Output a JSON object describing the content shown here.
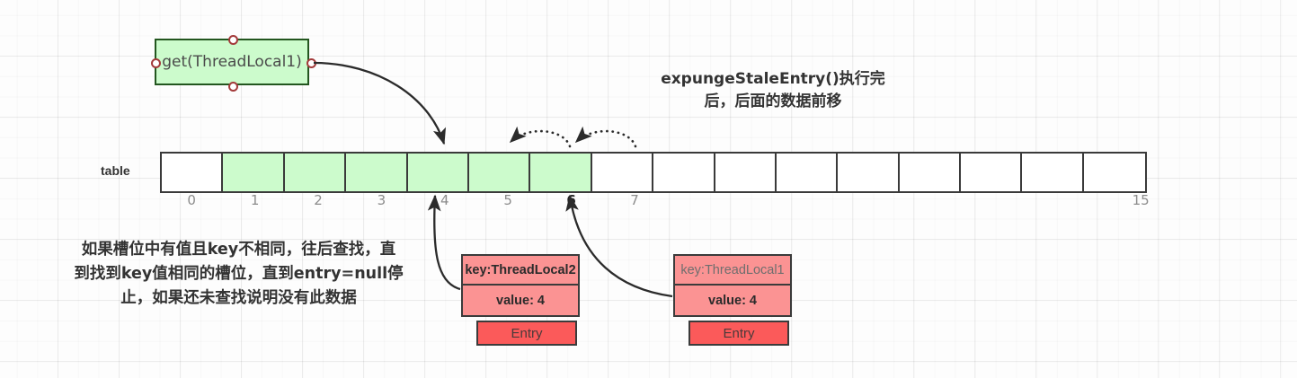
{
  "diagram": {
    "title_right": [
      "expungeStaleEntry()执行完",
      "后，后面的数据前移"
    ],
    "note_left": [
      "如果槽位中有值且key不相同，往后查找，直",
      "到找到key值相同的槽位，直到entry=null停",
      "止，如果还未查找说明没有此数据"
    ],
    "accent_green": "#ccfbcc",
    "accent_red": "#fb9393",
    "accent_red_strong": "#fb5a5a",
    "stroke": "#3a3a3a"
  },
  "action_node": {
    "label": "get(ThreadLocal1)"
  },
  "table": {
    "label": "table",
    "indices": [
      "0",
      "1",
      "2",
      "3",
      "4",
      "5",
      "6",
      "7",
      "",
      "",
      "",
      "",
      "",
      "",
      "",
      "15"
    ],
    "cells": [
      {
        "index": "0",
        "filled": false
      },
      {
        "index": "1",
        "filled": true
      },
      {
        "index": "2",
        "filled": true
      },
      {
        "index": "3",
        "filled": true
      },
      {
        "index": "4",
        "filled": true
      },
      {
        "index": "5",
        "filled": true
      },
      {
        "index": "6",
        "filled": true
      },
      {
        "index": "7",
        "filled": false
      },
      {
        "index": "8",
        "filled": false
      },
      {
        "index": "9",
        "filled": false
      },
      {
        "index": "10",
        "filled": false
      },
      {
        "index": "11",
        "filled": false
      },
      {
        "index": "12",
        "filled": false
      },
      {
        "index": "13",
        "filled": false
      },
      {
        "index": "14",
        "filled": false
      },
      {
        "index": "15",
        "filled": false
      }
    ],
    "highlight_index": "6"
  },
  "entries": [
    {
      "key": "key:ThreadLocal2",
      "value": "value: 4",
      "tag": "Entry",
      "key_muted": false
    },
    {
      "key": "key:ThreadLocal1",
      "value": "value: 4",
      "tag": "Entry",
      "key_muted": true
    }
  ]
}
